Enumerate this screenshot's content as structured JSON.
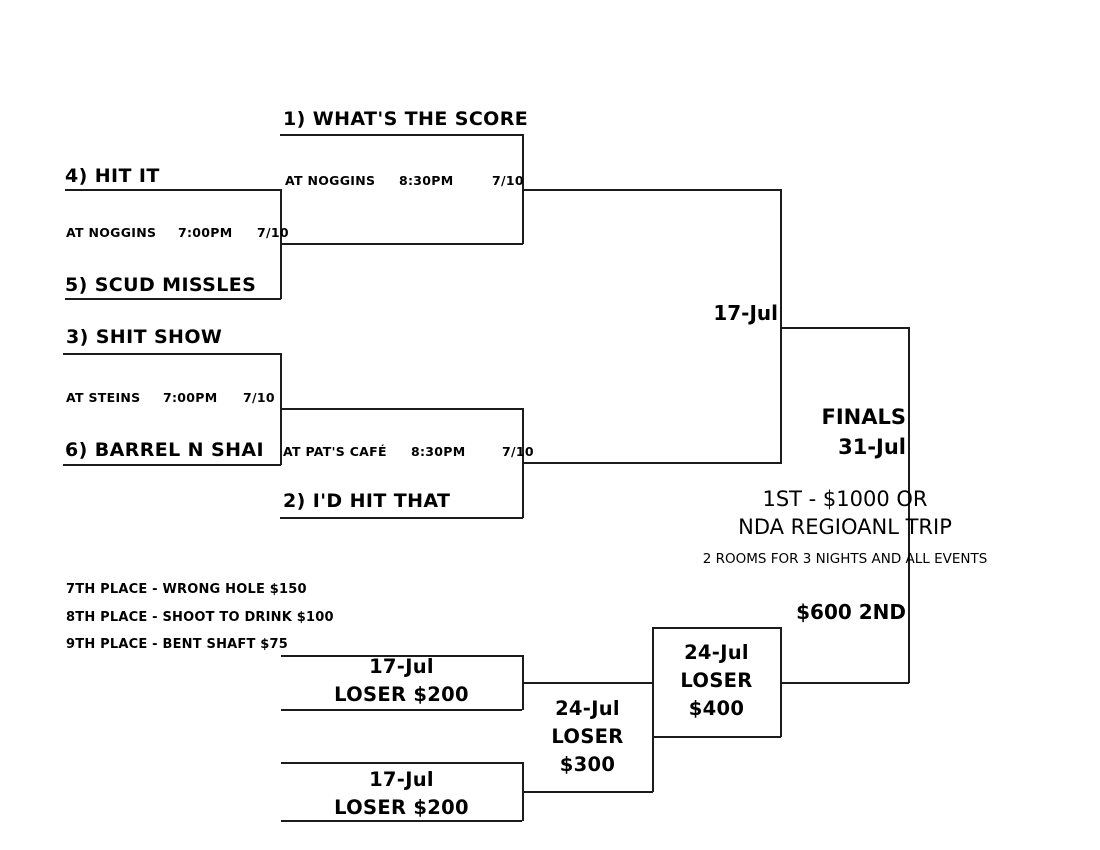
{
  "winner_bracket": {
    "match1": {
      "team": "1) WHAT'S THE SCORE",
      "venue": "AT NOGGINS",
      "time": "8:30PM",
      "date": "7/10"
    },
    "seed45": {
      "team_top": "4) HIT IT",
      "venue": "AT NOGGINS",
      "time": "7:00PM",
      "date": "7/10",
      "team_bottom": "5) SCUD MISSLES"
    },
    "seed36": {
      "team_top": "3) SHIT SHOW",
      "venue": "AT STEINS",
      "time": "7:00PM",
      "date": "7/10",
      "team_bottom": "6) BARREL N SHAI"
    },
    "match2": {
      "venue": "AT PAT'S CAFÉ",
      "time": "8:30PM",
      "date": "7/10",
      "team": "2) I'D HIT THAT"
    },
    "semifinal_date": "17-Jul"
  },
  "finals": {
    "title": "FINALS",
    "date": "31-Jul",
    "first_prize_line1": "1ST - $1000 OR",
    "first_prize_line2": "NDA REGIOANL TRIP",
    "first_prize_note": "2 ROOMS FOR 3 NIGHTS AND ALL EVENTS",
    "second_prize": "$600 2ND"
  },
  "consolation": {
    "places": [
      "7TH PLACE - WRONG HOLE $150",
      "8TH PLACE - SHOOT TO DRINK $100",
      "9TH PLACE - BENT SHAFT $75"
    ]
  },
  "loser_bracket": {
    "r1a": {
      "date": "17-Jul",
      "prize": "LOSER $200"
    },
    "r1b": {
      "date": "17-Jul",
      "prize": "LOSER $200"
    },
    "r2": {
      "date": "24-Jul",
      "prize": "LOSER $300"
    },
    "r3": {
      "date": "24-Jul",
      "prize": "LOSER $400"
    }
  }
}
